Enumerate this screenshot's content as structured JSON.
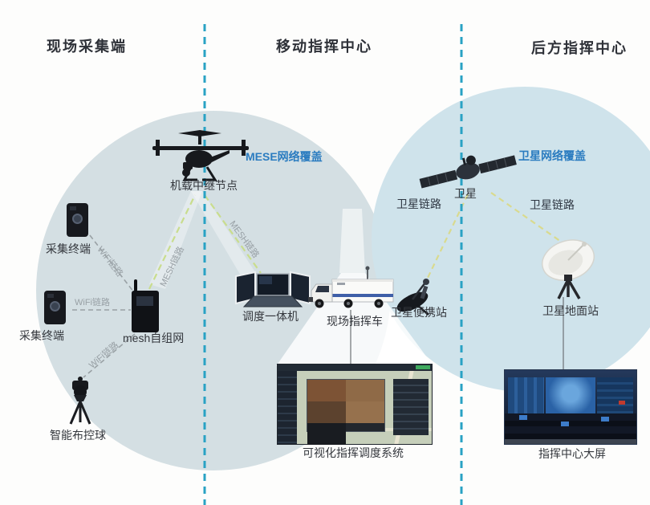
{
  "titles": {
    "left": "现场采集端",
    "center": "移动指挥中心",
    "right": "后方指挥中心"
  },
  "field": {
    "drone_label": "机载中继节点",
    "mese_coverage": "MESE网络覆盖",
    "collector_top": "采集终端",
    "collector_bottom": "采集终端",
    "mesh_label": "mesh自组网",
    "ball_label": "智能布控球"
  },
  "mobile": {
    "console_label": "调度一体机",
    "truck_label": "现场指挥车",
    "sat_portable_label": "卫星便携站",
    "system_label": "可视化指挥调度系统"
  },
  "rear": {
    "satellite_label": "卫星",
    "sat_coverage": "卫星网络覆盖",
    "sat_link_left": "卫星链路",
    "sat_link_right": "卫星链路",
    "ground_station_label": "卫星地面站",
    "screen_label": "指挥中心大屏"
  },
  "links": {
    "wifi_top": "WiFi链路",
    "wifi_mid": "WiFi链路",
    "wifi_bottom": "WiFi链路",
    "mesh_left": "MESH链路",
    "mesh_right": "MESH链路"
  },
  "colors": {
    "divider": "#29a2c4",
    "accent_blue": "#2b7cc0",
    "left_circle": "#d4dfe3",
    "right_circle": "#cfe3eb",
    "mesh_link": "#c9dd8d",
    "sat_link": "#d9da8e",
    "wifi_link": "#99a1a5"
  }
}
